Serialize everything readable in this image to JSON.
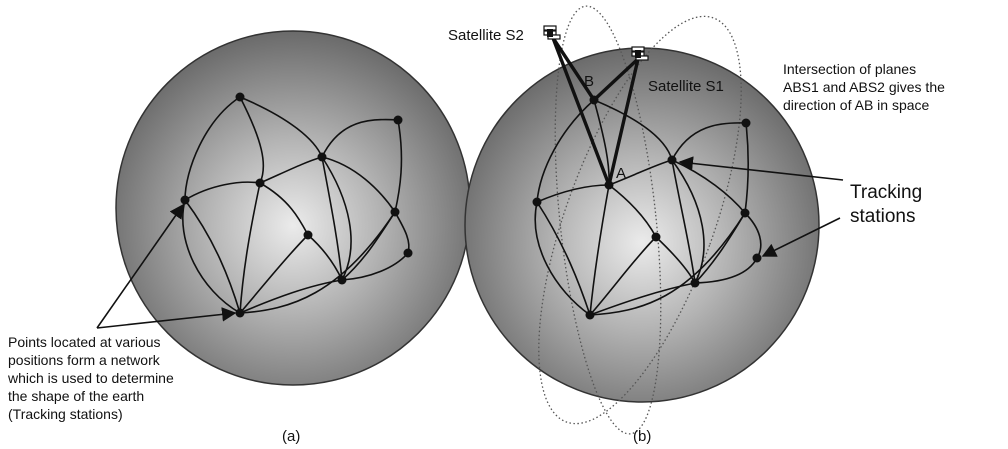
{
  "panel_a": {
    "caption": "(a)",
    "annotation_lines": [
      "Points located at various",
      "positions form a network",
      "which is used to determine",
      "the shape of the earth",
      "(Tracking stations)"
    ]
  },
  "panel_b": {
    "caption": "(b)",
    "satellite_s1": "Satellite S1",
    "satellite_s2": "Satellite S2",
    "point_a": "A",
    "point_b": "B",
    "intersection_lines": [
      "Intersection of planes",
      "ABS1 and ABS2 gives the",
      "direction of AB in space"
    ],
    "tracking_lines": [
      "Tracking",
      "stations"
    ]
  },
  "colors": {
    "sphere_light": "#e8e8e8",
    "sphere_dark": "#707070",
    "ink": "#111111"
  }
}
